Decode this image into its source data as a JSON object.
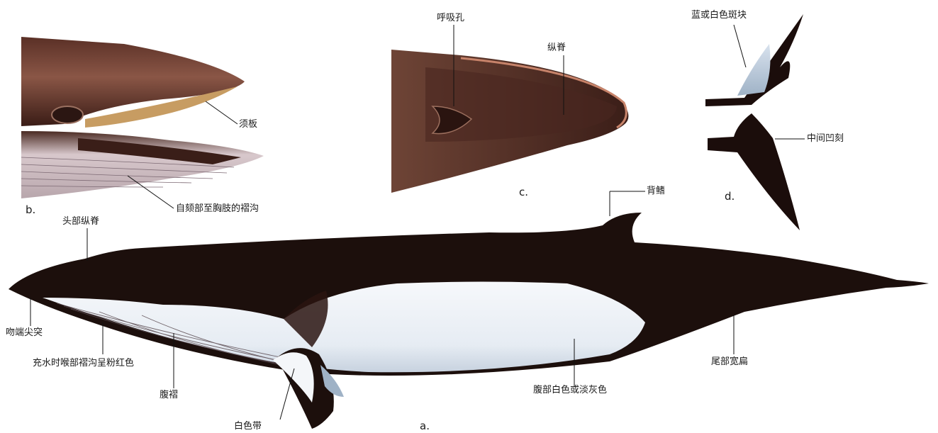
{
  "panels": {
    "a": "a.",
    "b": "b.",
    "c": "c.",
    "d": "d."
  },
  "labels": {
    "baleen": "须板",
    "throat_grooves": "自颏部至胸肢的褶沟",
    "blowhole": "呼吸孔",
    "rostral_ridge": "纵脊",
    "fluke_patch": "蓝或白色斑块",
    "fluke_notch": "中间凹刻",
    "dorsal_fin": "背鳍",
    "head_ridge": "头部纵脊",
    "snout_tip": "吻端尖突",
    "pink_throat": "充水时喉部褶沟呈粉红色",
    "ventral_pleats": "腹褶",
    "white_band": "白色带",
    "belly_color": "腹部白色或淡灰色",
    "tail_stock": "尾部宽扁"
  },
  "colors": {
    "whale_dark": "#1c0f0c",
    "belly_white": "#eef2f6",
    "belly_shadow": "#c9d3df",
    "head_brown": "#7a4a3a",
    "baleen_tan": "#c9a06a",
    "leader_line": "#111111"
  }
}
